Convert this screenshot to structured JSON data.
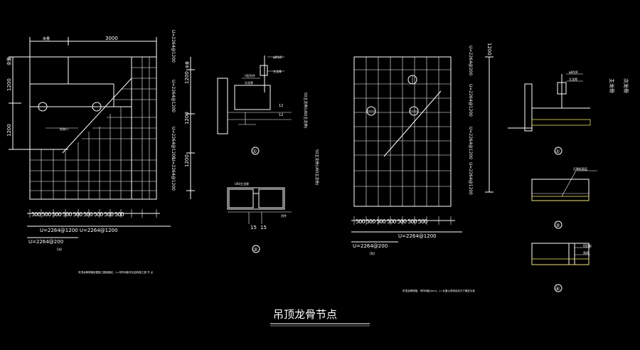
{
  "title": "吊顶龙骨节点",
  "left_plan": {
    "top_dim": "3000",
    "top_left_dim": "余量",
    "left_dims": [
      "1200",
      "1200"
    ],
    "left_top_label": "余量",
    "right_dim_labels": [
      "1200",
      "1200",
      "1200",
      "余量"
    ],
    "right_annotations": [
      "U=2264@1200",
      "U=2264@1200",
      "U=2264@1200",
      "U=2264@1200"
    ],
    "center_note": "检修口",
    "bottom_spacing": "500 500 500 500 500 500 500 500 500",
    "bottom_line1": "U=2264@1200  U=2264@1200",
    "bottom_line2": "U=2264@200",
    "sheet_ref": "(a)",
    "note": "吊顶龙骨规格依据施工图纸确定，L=吊杆间距详见结构施工图 节 点"
  },
  "right_plan": {
    "right_annotations": [
      "U=2264@200",
      "U=2264@1200",
      "U=2264@1200",
      "U=2264@1200"
    ],
    "right_dim": "1200",
    "bottom_spacing": "500 500 500 500 500 500 500",
    "bottom_line1": "U=2264@1200",
    "bottom_line2": "U=2264@200",
    "sheet_ref": "(b)",
    "note": "吊顶龙骨规格，吊杆间距(mm)，L=长度以现场实际尺寸确定为准"
  },
  "detail1": {
    "labels": [
      "φ8吊杆",
      "主龙骨",
      "U型吊件",
      "次龙骨"
    ],
    "dims": [
      "12",
      "12"
    ],
    "num": "①",
    "side_note": "50主龙骨(U60主龙骨)"
  },
  "detail3": {
    "labels": [
      "U60主龙骨",
      "吊件"
    ],
    "dims": [
      "15",
      "15"
    ],
    "num": "③",
    "side_note": "50主龙骨(U60主龙骨)"
  },
  "detail_r1": {
    "num": "①",
    "labels": [
      "φ8吊杆",
      "主龙骨"
    ]
  },
  "detail_r3": {
    "num": "③",
    "labels": [
      "石膏板面层"
    ]
  },
  "detail_r4": {
    "num": "④",
    "labels": [
      "铝扣板",
      "角线"
    ]
  },
  "legend": [
    "主龙骨",
    "次龙骨"
  ],
  "colors": {
    "line": "#ffffff",
    "accent": "#e8e05a",
    "background": "#000000"
  }
}
